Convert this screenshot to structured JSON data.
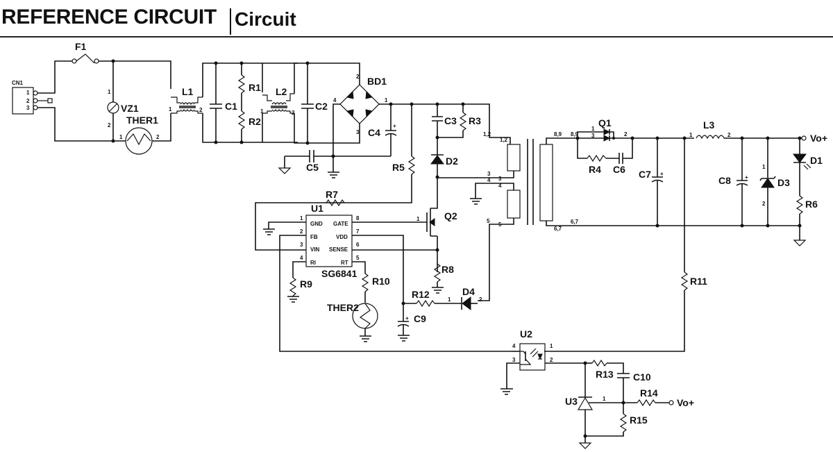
{
  "header": {
    "title": "REFERENCE CIRCUIT",
    "subtitle": "Circuit"
  },
  "components": {
    "cn1": {
      "ref": "CN1",
      "pins": [
        "1",
        "2",
        "3"
      ]
    },
    "f1": {
      "ref": "F1"
    },
    "vz1": {
      "ref": "VZ1"
    },
    "ther1": {
      "ref": "THER1"
    },
    "l1": {
      "ref": "L1"
    },
    "c1": {
      "ref": "C1"
    },
    "r1": {
      "ref": "R1"
    },
    "r2": {
      "ref": "R2"
    },
    "l2": {
      "ref": "L2"
    },
    "c2": {
      "ref": "C2"
    },
    "bd1": {
      "ref": "BD1"
    },
    "c4": {
      "ref": "C4"
    },
    "c5": {
      "ref": "C5"
    },
    "c3": {
      "ref": "C3"
    },
    "r3": {
      "ref": "R3"
    },
    "r5": {
      "ref": "R5"
    },
    "d2": {
      "ref": "D2"
    },
    "r7": {
      "ref": "R7"
    },
    "u1": {
      "ref": "U1",
      "part": "SG6841",
      "pins_left": [
        {
          "num": "1",
          "name": "GND"
        },
        {
          "num": "2",
          "name": "FB"
        },
        {
          "num": "3",
          "name": "VIN"
        },
        {
          "num": "4",
          "name": "RI"
        }
      ],
      "pins_right": [
        {
          "num": "8",
          "name": "GATE"
        },
        {
          "num": "7",
          "name": "VDD"
        },
        {
          "num": "6",
          "name": "SENSE"
        },
        {
          "num": "5",
          "name": "RT"
        }
      ]
    },
    "q2": {
      "ref": "Q2"
    },
    "r8": {
      "ref": "R8"
    },
    "r9": {
      "ref": "R9"
    },
    "r10": {
      "ref": "R10"
    },
    "ther2": {
      "ref": "THER2"
    },
    "r12": {
      "ref": "R12"
    },
    "c9": {
      "ref": "C9"
    },
    "d4": {
      "ref": "D4"
    },
    "q1": {
      "ref": "Q1"
    },
    "r4": {
      "ref": "R4"
    },
    "c6": {
      "ref": "C6"
    },
    "c7": {
      "ref": "C7"
    },
    "l3": {
      "ref": "L3"
    },
    "c8": {
      "ref": "C8"
    },
    "d3": {
      "ref": "D3"
    },
    "d1": {
      "ref": "D1"
    },
    "r6": {
      "ref": "R6"
    },
    "r11": {
      "ref": "R11"
    },
    "u2": {
      "ref": "U2"
    },
    "r13": {
      "ref": "R13"
    },
    "c10": {
      "ref": "C10"
    },
    "u3": {
      "ref": "U3"
    },
    "r14": {
      "ref": "R14"
    },
    "r15": {
      "ref": "R15"
    }
  },
  "nets": {
    "vout_top": "Vo+",
    "vout_fb": "Vo+"
  },
  "transformer_pins": {
    "p12a": "1,2",
    "p12b": "1,2",
    "p3a": "3",
    "p3b": "3",
    "p4a": "4",
    "p4b": "4",
    "p5a": "5",
    "p5b": "5",
    "p89a": "8,9",
    "p89b": "8,9",
    "p67a": "6,7",
    "p67b": "6,7"
  },
  "pin_numbers": {
    "one": "1",
    "two": "2",
    "three": "3",
    "four": "4"
  }
}
